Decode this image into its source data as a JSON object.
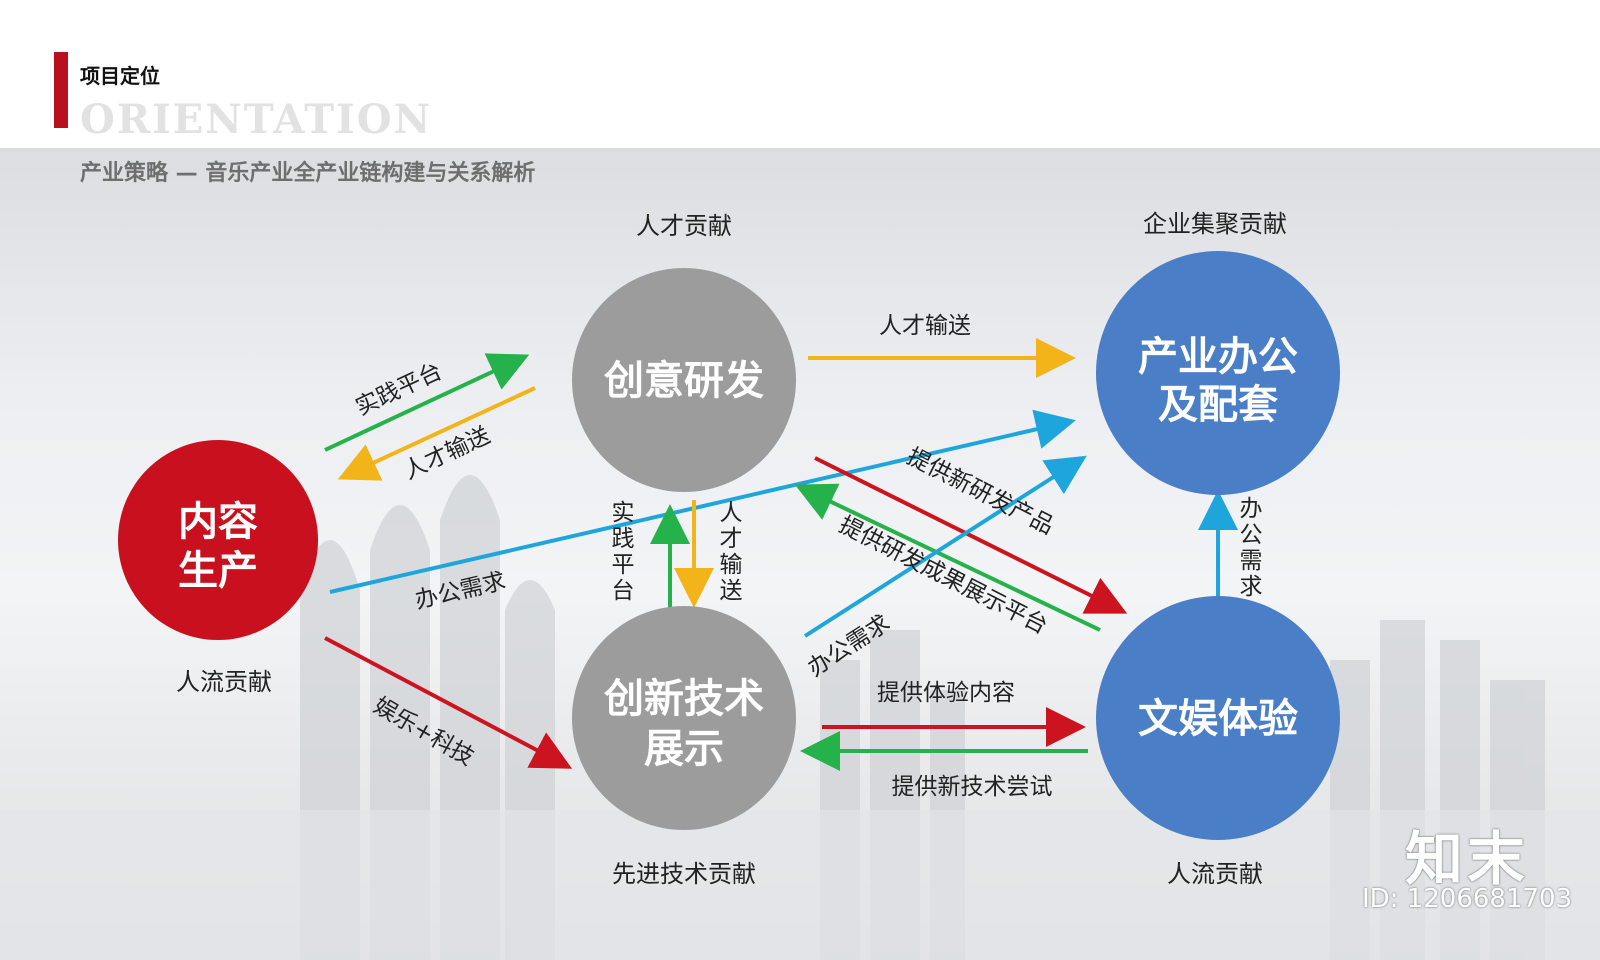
{
  "header": {
    "section_title": "项目定位",
    "section_en": "ORIENTATION",
    "subtitle": "产业策略 — 音乐产业全产业链构建与关系解析"
  },
  "nodes": {
    "content": {
      "line1": "内容",
      "line2": "生产",
      "contribution": "人流贡献"
    },
    "rnd": {
      "line1": "创意研发",
      "contribution": "人才贡献"
    },
    "office": {
      "line1": "产业办公",
      "line2": "及配套",
      "contribution": "企业集聚贡献"
    },
    "tech": {
      "line1": "创新技术",
      "line2": "展示",
      "contribution": "先进技术贡献"
    },
    "ent": {
      "line1": "文娱体验",
      "contribution": "人流贡献"
    }
  },
  "edges": {
    "practice_platform_diag": "实践平台",
    "talent_to_content": "人才输送",
    "talent_to_office": "人才输送",
    "content_office_demand": "办公需求",
    "practice_platform_vert": "实践平台",
    "talent_vert": "人才输送",
    "new_product": "提供新研发产品",
    "rnd_showcase": "提供研发成果展示平台",
    "tech_office_demand": "办公需求",
    "ent_office_demand": "办公需求",
    "ent_tech": "娱乐+科技",
    "experience_content": "提供体验内容",
    "new_tech_trial": "提供新技术尝试"
  },
  "colors": {
    "red": "#c8101e",
    "gray": "#9c9c9c",
    "blue": "#4a7ec6",
    "arrow_yellow": "#f2b418",
    "arrow_green": "#25b24a",
    "arrow_blue": "#1ea6dc",
    "arrow_red": "#cc1421"
  },
  "watermark": {
    "logo": "知末",
    "id": "ID: 1206681703"
  }
}
